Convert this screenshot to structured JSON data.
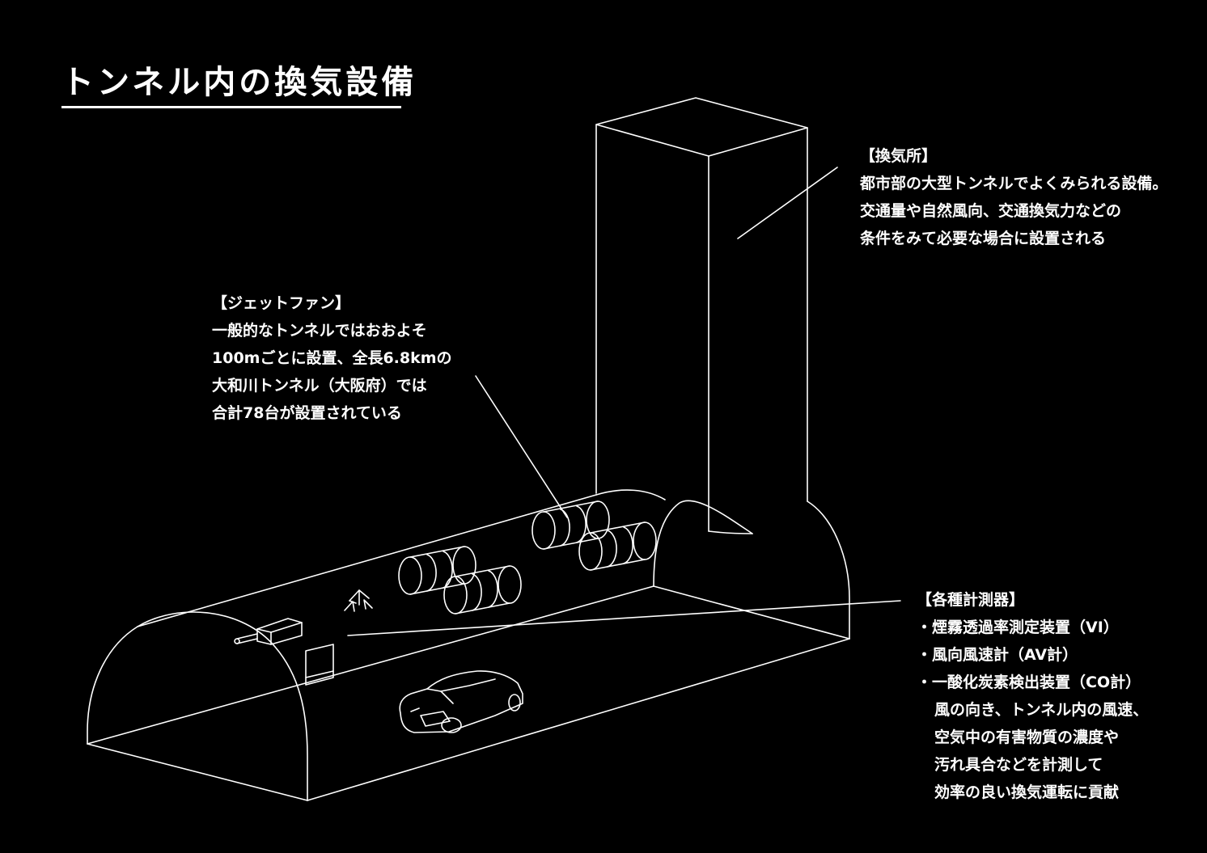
{
  "title": "トンネル内の換気設備",
  "colors": {
    "background": "#000000",
    "foreground": "#ffffff"
  },
  "callouts": {
    "ventilation_station": {
      "heading": "【換気所】",
      "lines": [
        "都市部の大型トンネルでよくみられる設備。",
        "交通量や自然風向、交通換気力などの",
        "条件をみて必要な場合に設置される"
      ]
    },
    "jet_fan": {
      "heading": "【ジェットファン】",
      "lines": [
        "一般的なトンネルではおおよそ",
        "100mごとに設置、全長6.8kmの",
        "大和川トンネル（大阪府）では",
        "合計78台が設置されている"
      ]
    },
    "sensors": {
      "heading": "【各種計測器】",
      "items": [
        "・煙霧透過率測定装置（VI）",
        "・風向風速計（AV計）",
        "・一酸化炭素検出装置（CO計）"
      ],
      "description": [
        "風の向き、トンネル内の風速、",
        "空気中の有害物質の濃度や",
        "汚れ具合などを計測して",
        "効率の良い換気運転に貢献"
      ]
    }
  },
  "icons": [
    "ventilation-shaft-icon",
    "jet-fan-icon",
    "sensor-icon",
    "car-icon"
  ]
}
